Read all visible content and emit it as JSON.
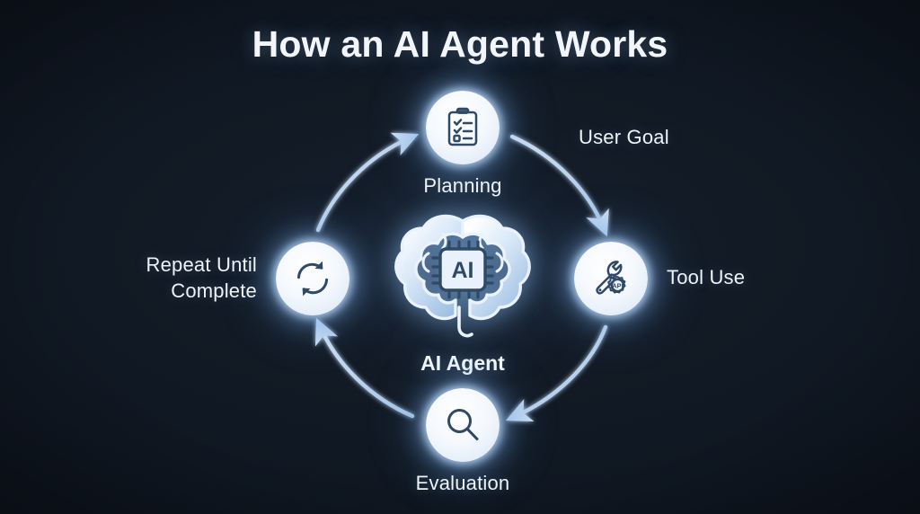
{
  "page": {
    "title": "How an AI Agent Works",
    "background_color": "#141d28",
    "accent_color": "#b9d3ef",
    "node_fill": "#f2f7fd",
    "icon_stroke": "#2c4661",
    "text_color": "#eef3f9"
  },
  "center": {
    "label": "AI Agent",
    "icon": "brain-ai-chip-icon",
    "chip_text": "AI"
  },
  "nodes": [
    {
      "id": "planning",
      "label": "Planning",
      "icon": "clipboard-checklist-icon",
      "position": "top",
      "caption_placement": "below"
    },
    {
      "id": "tool-use",
      "label": "Tool Use",
      "icon": "wrench-gear-api-icon",
      "icon_text": "API",
      "position": "right",
      "caption_placement": "right"
    },
    {
      "id": "evaluation",
      "label": "Evaluation",
      "icon": "magnifying-glass-icon",
      "position": "bottom",
      "caption_placement": "below"
    },
    {
      "id": "repeat",
      "label": "Repeat Until Complete",
      "label_line1": "Repeat Until",
      "label_line2": "Complete",
      "icon": "refresh-cycle-icon",
      "position": "left",
      "caption_placement": "left"
    }
  ],
  "edges": [
    {
      "id": "planning-to-tool-use",
      "from": "planning",
      "to": "tool-use",
      "label": "User Goal"
    },
    {
      "id": "tool-use-to-evaluation",
      "from": "tool-use",
      "to": "evaluation",
      "label": ""
    },
    {
      "id": "evaluation-to-repeat",
      "from": "evaluation",
      "to": "repeat",
      "label": ""
    },
    {
      "id": "repeat-to-planning",
      "from": "repeat",
      "to": "planning",
      "label": ""
    }
  ],
  "edge_labels": {
    "user_goal": "User Goal"
  }
}
